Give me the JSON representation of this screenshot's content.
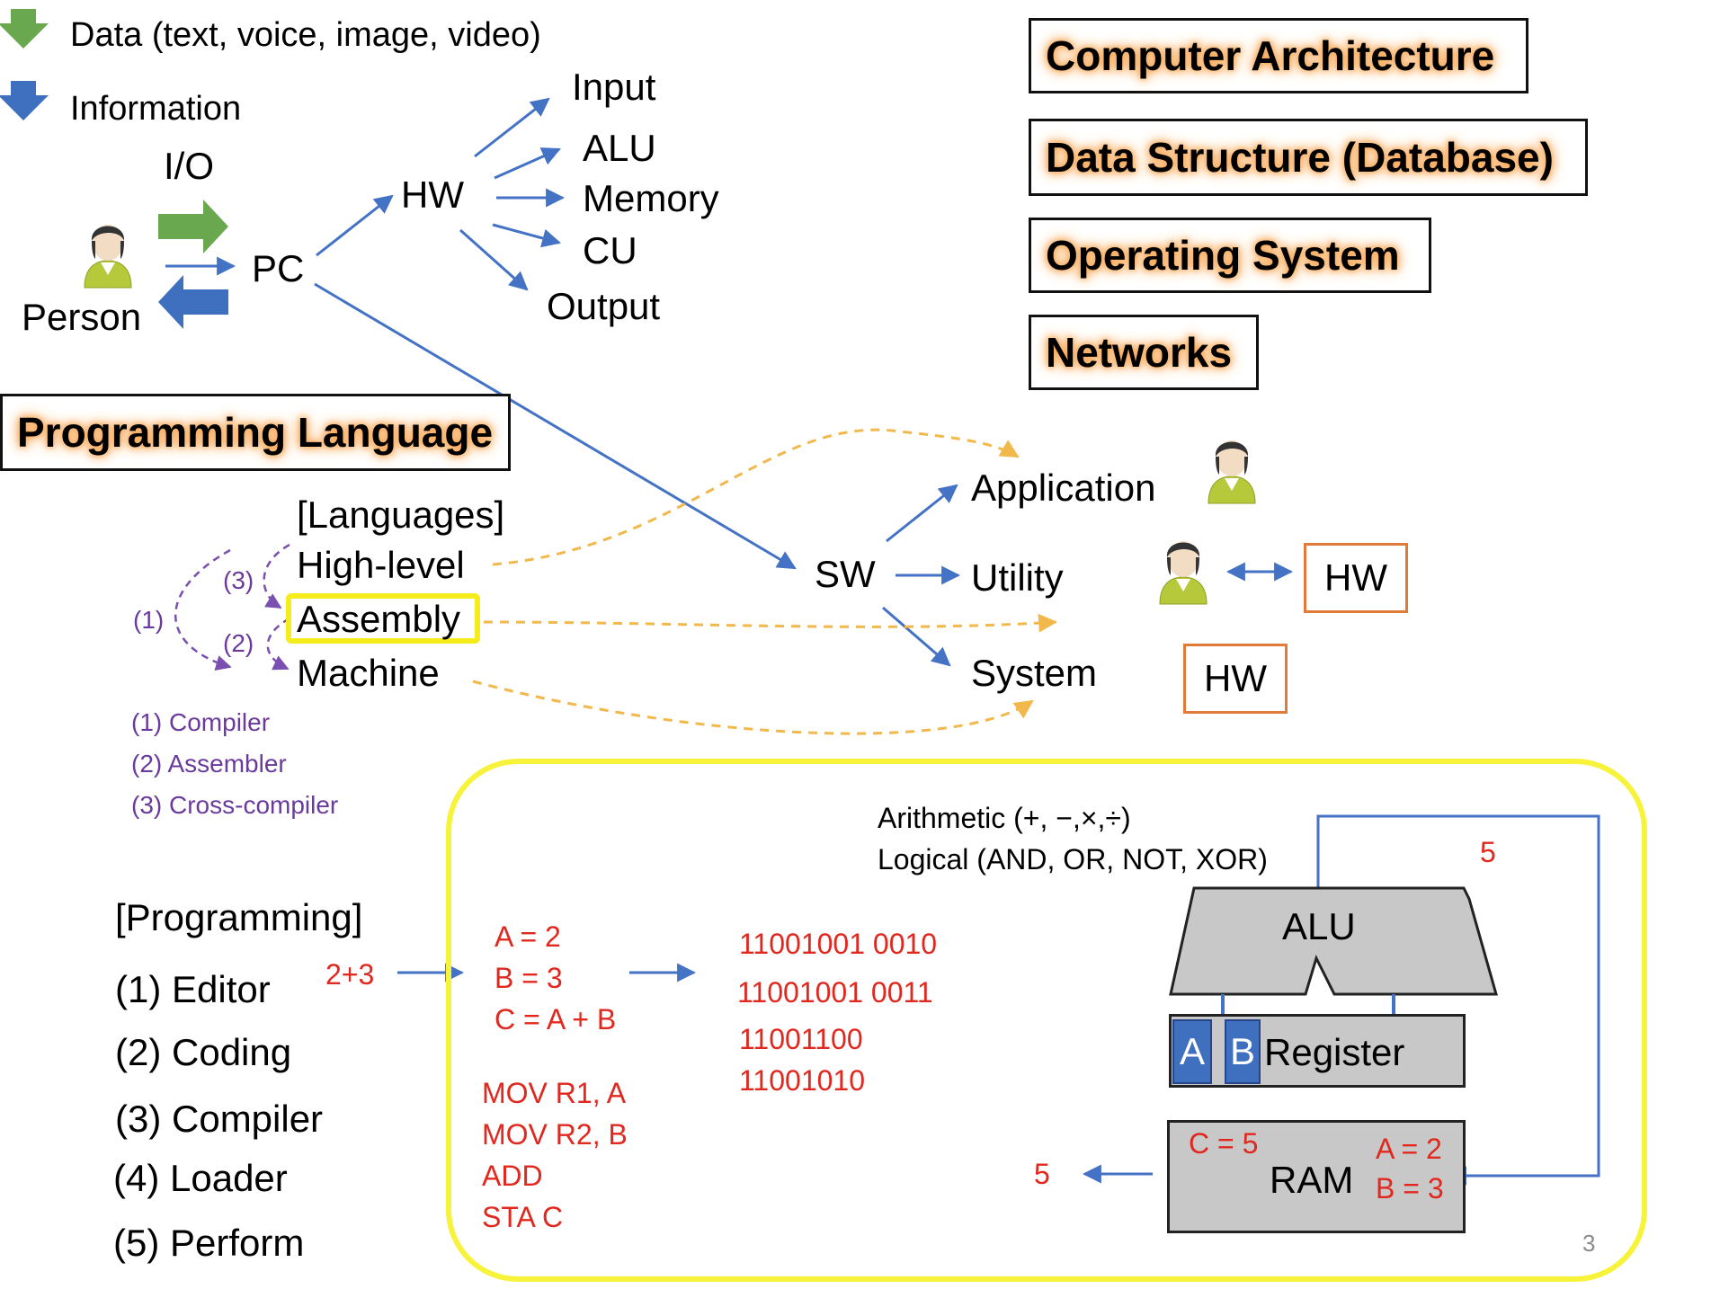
{
  "legend": {
    "data": "Data (text, voice, image, video)",
    "information": "Information"
  },
  "flow": {
    "io": "I/O",
    "person": "Person",
    "pc": "PC",
    "hw": "HW",
    "hw_parts": [
      "Input",
      "ALU",
      "Memory",
      "CU",
      "Output"
    ],
    "sw": "SW",
    "sw_types": [
      "Application",
      "Utility",
      "System"
    ],
    "hw_box_utility": "HW",
    "hw_box_system": "HW"
  },
  "topics": [
    "Computer Architecture",
    "Data Structure (Database)",
    "Operating System",
    "Networks"
  ],
  "programming_language": {
    "title": "Programming Language",
    "languages_header": "[Languages]",
    "levels": [
      "High-level",
      "Assembly",
      "Machine"
    ],
    "arrow_labels": [
      "(1)",
      "(2)",
      "(3)"
    ],
    "translators": [
      "(1) Compiler",
      "(2) Assembler",
      "(3) Cross-compiler"
    ]
  },
  "programming": {
    "header": "[Programming]",
    "steps": [
      "(1)  Editor",
      "(2) Coding",
      "(3) Compiler",
      "(4) Loader",
      "(5) Perform"
    ]
  },
  "example": {
    "expression": "2+3",
    "high_level": [
      "A = 2",
      "B = 3",
      "C = A + B"
    ],
    "assembly": [
      "MOV R1, A",
      "MOV R2, B",
      "ADD",
      "STA C"
    ],
    "machine": [
      "11001001 0010",
      "11001001 0011",
      "11001100",
      "11001010"
    ],
    "alu_desc": [
      "Arithmetic (+, −,×,÷)",
      "Logical (AND, OR, NOT, XOR)"
    ],
    "alu": "ALU",
    "register": "Register",
    "reg_a": "A",
    "reg_b": "B",
    "ram": "RAM",
    "ram_c": "C = 5",
    "ram_a": "A = 2",
    "ram_b": "B = 3",
    "feedback_value": "5",
    "output_value": "5"
  },
  "page_number": "3",
  "colors": {
    "data_arrow": "#6aa84f",
    "info_arrow": "#3f6fbf",
    "flow_arrow": "#4472c4",
    "dashed_arrow": "#f2b84b",
    "purple": "#6a3b9c",
    "red": "#e0281f",
    "highlight": "#f5ec1b",
    "hw_box": "#e07b39"
  }
}
